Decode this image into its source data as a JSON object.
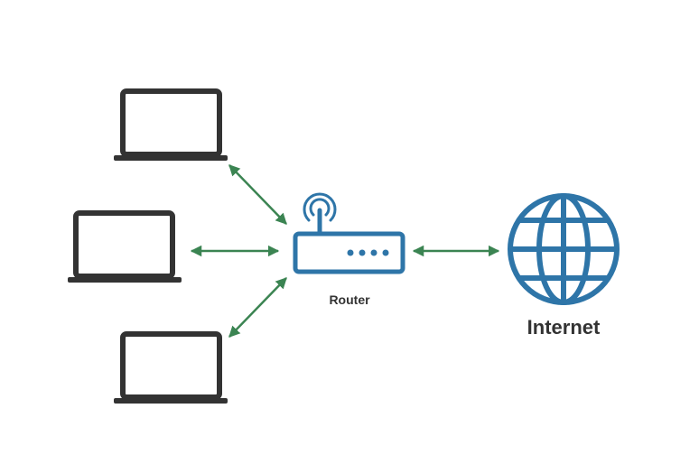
{
  "colors": {
    "laptop": "#333333",
    "device": "#2e75a8",
    "arrow": "#3b8452",
    "text": "#333333",
    "background": "#ffffff"
  },
  "nodes": {
    "laptops": [
      {
        "icon": "laptop-icon"
      },
      {
        "icon": "laptop-icon"
      },
      {
        "icon": "laptop-icon"
      }
    ],
    "router": {
      "icon": "router-icon",
      "label": "Router"
    },
    "internet": {
      "icon": "globe-icon",
      "label": "Internet"
    }
  },
  "connections": [
    {
      "from": "laptop-top",
      "to": "router",
      "direction": "bidirectional"
    },
    {
      "from": "laptop-middle",
      "to": "router",
      "direction": "bidirectional"
    },
    {
      "from": "laptop-bottom",
      "to": "router",
      "direction": "bidirectional"
    },
    {
      "from": "router",
      "to": "internet",
      "direction": "bidirectional"
    }
  ]
}
